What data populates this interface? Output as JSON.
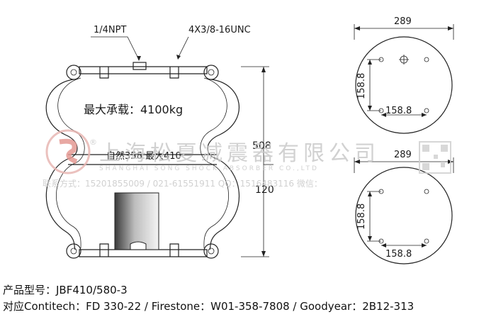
{
  "labels": {
    "port_thread": "1/4NPT",
    "bolt_thread": "4X3/8-16UNC",
    "max_load": "最大承载：4100kg",
    "heights": "自然356  最大410",
    "height_dim": "508",
    "min_height": "120"
  },
  "plates": {
    "top": {
      "diameter": "289",
      "bolt_a": "158.8",
      "bolt_b": "158.8"
    },
    "bottom": {
      "diameter": "289",
      "bolt_a": "158.8",
      "bolt_b": "158.8"
    }
  },
  "watermark": {
    "company_cn": "上海松夏减震器有限公司",
    "company_en": "SHANGHAI SONG SHOCK ABSORBER CO.,LTD",
    "contact": "联系方式：15201855009 / 021-61551911   QQ：1516483116   微信：",
    "reg": "®"
  },
  "footer": {
    "model": "产品型号：JBF410/580-3",
    "cross_ref": "对应Contitech：FD 330-22 / Firestone：W01-358-7808 / Goodyear：2B12-313"
  },
  "colors": {
    "line": "#222222",
    "watermark": "#c9c9c9",
    "logo_red": "#d8322a",
    "piston_dark": "#4a4a4a"
  }
}
